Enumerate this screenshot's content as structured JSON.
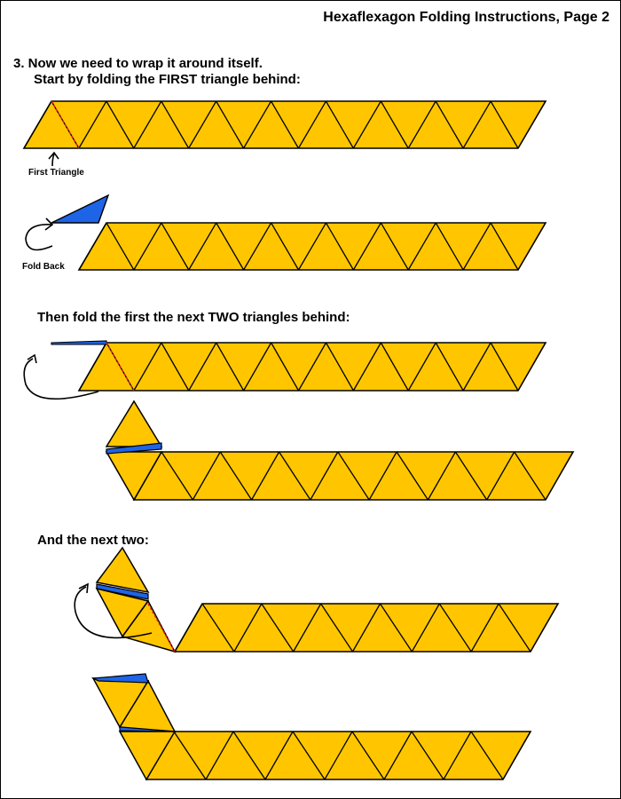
{
  "header": {
    "title": "Hexaflexagon Folding Instructions, Page 2"
  },
  "step3": {
    "line1": "3.  Now we need to wrap it around itself.",
    "line2": "Start by folding the FIRST triangle behind:"
  },
  "labels": {
    "first_triangle": "First Triangle",
    "fold_back": "Fold Back"
  },
  "sections": {
    "two_triangles": "Then fold the first the next TWO triangles behind:",
    "next_two": "And the next two:"
  },
  "colors": {
    "paper": "#FFC600",
    "back": "#1E64E6",
    "outline": "#000000",
    "fold_line": "#E02020"
  },
  "icons": [
    "curved-arrow-icon",
    "fold-back-arrow-icon"
  ]
}
